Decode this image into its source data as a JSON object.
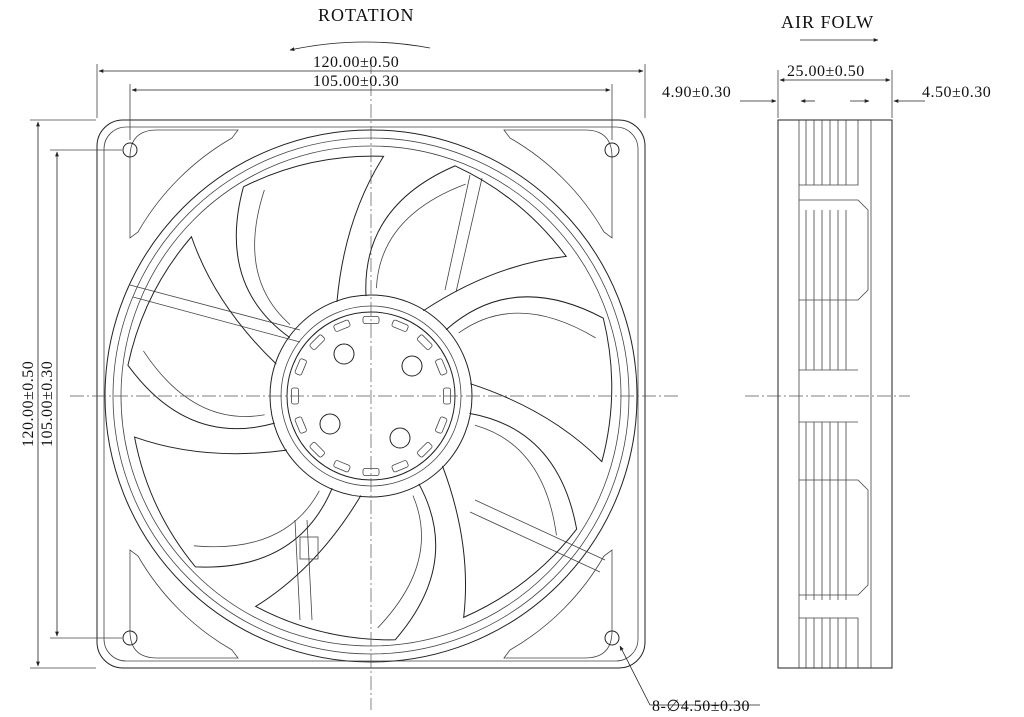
{
  "front_view": {
    "rotation_label": "ROTATION",
    "width_outer": "120.00±0.50",
    "width_hole": "105.00±0.30",
    "height_outer": "120.00±0.50",
    "height_hole": "105.00±0.30",
    "hole_callout": "8-∅4.50±0.30"
  },
  "side_view": {
    "airflow_label": "AIR FOLW",
    "depth": "25.00±0.50",
    "left_flange": "4.90±0.30",
    "right_flange": "4.50±0.30"
  }
}
